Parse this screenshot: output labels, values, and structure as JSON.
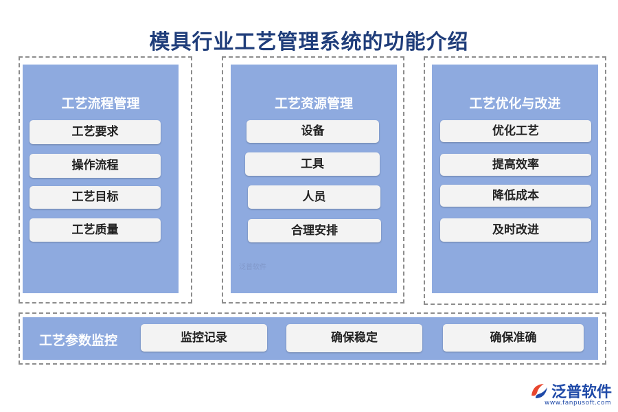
{
  "title": "模具行业工艺管理系统的功能介绍",
  "columns": [
    {
      "title": "工艺流程管理",
      "items": [
        "工艺要求",
        "操作流程",
        "工艺目标",
        "工艺质量"
      ]
    },
    {
      "title": "工艺资源管理",
      "items": [
        "设备",
        "工具",
        "人员",
        "合理安排"
      ]
    },
    {
      "title": "工艺优化与改进",
      "items": [
        "优化工艺",
        "提高效率",
        "降低成本",
        "及时改进"
      ]
    }
  ],
  "bottom": {
    "title": "工艺参数监控",
    "items": [
      "监控记录",
      "确保稳定",
      "确保准确"
    ]
  },
  "watermark": "泛普软件",
  "logo": {
    "name": "泛普软件",
    "url": "www.fanpusoft.com"
  },
  "colors": {
    "panel": "#8eaadf",
    "item": "#f3f3f3",
    "title": "#1f3d7a",
    "logo": "#1f4aa8"
  }
}
